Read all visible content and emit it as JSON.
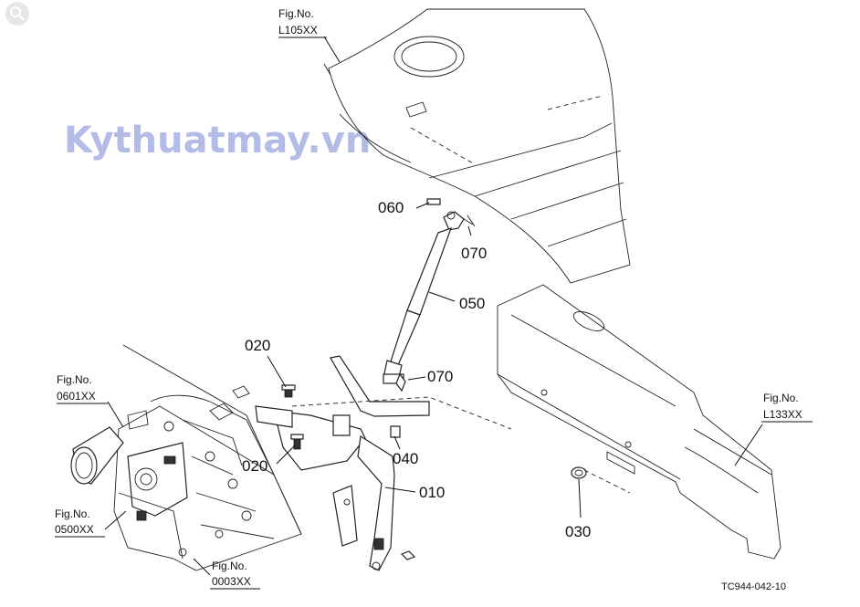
{
  "watermark": "Kythuatmay.vn",
  "figure_refs": [
    {
      "label": "Fig.No.",
      "code": "L105XX"
    },
    {
      "label": "Fig.No.",
      "code": "0601XX"
    },
    {
      "label": "Fig.No.",
      "code": "0500XX"
    },
    {
      "label": "Fig.No.",
      "code": "0003XX"
    },
    {
      "label": "Fig.No.",
      "code": "L133XX"
    }
  ],
  "parts": [
    "060",
    "070",
    "050",
    "070",
    "020",
    "020",
    "040",
    "010",
    "030"
  ],
  "drawing_code": "TC944-042-10",
  "icons": {
    "search": "search-icon"
  }
}
